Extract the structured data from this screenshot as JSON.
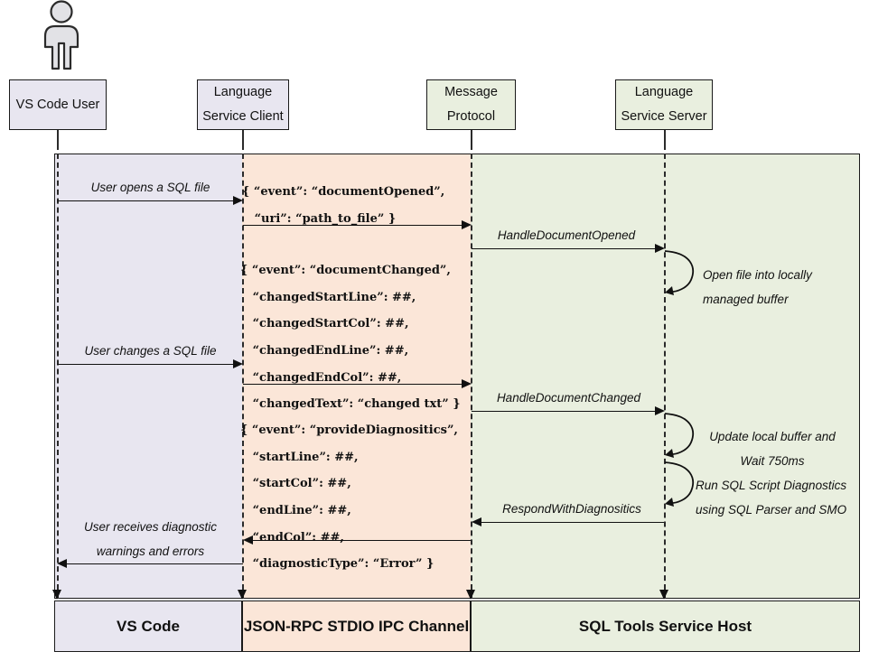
{
  "diagram": {
    "title": "SQL Tools Service language protocol sequence",
    "colors": {
      "vscode_band": "#e8e6f0",
      "ipc_band": "#fbe6d8",
      "service_band": "#e9efdf",
      "stroke": "#1a1a1a",
      "actor_fill": "#e2e2e6"
    }
  },
  "actor": {
    "name": "vs-code-user-actor"
  },
  "lifelines": [
    {
      "id": "vscode-user",
      "line1": "VS Code User",
      "line2": ""
    },
    {
      "id": "lang-client",
      "line1": "Language",
      "line2": "Service Client"
    },
    {
      "id": "msg-protocol",
      "line1": "Message",
      "line2": "Protocol"
    },
    {
      "id": "lang-server",
      "line1": "Language",
      "line2": "Service Server"
    }
  ],
  "messages": [
    {
      "id": "user-opens-sql-file",
      "label": "User opens a SQL file"
    },
    {
      "id": "handle-document-opened",
      "label": "HandleDocumentOpened"
    },
    {
      "id": "user-changes-sql-file",
      "label": "User changes a SQL file"
    },
    {
      "id": "handle-document-changed",
      "label": "HandleDocumentChanged"
    },
    {
      "id": "respond-with-diagnositics",
      "label": "RespondWithDiagnositics"
    },
    {
      "id": "user-receives-diagnostics",
      "line1": "User receives diagnostic",
      "line2": "warnings and errors"
    }
  ],
  "payloads": [
    {
      "id": "document-opened-payload",
      "lines": [
        "{ “event”: “documentOpened”,",
        "   “uri”: “path_to_file” }"
      ]
    },
    {
      "id": "document-changed-payload",
      "lines": [
        "{ “event”: “documentChanged”,",
        "   “changedStartLine”: ##,",
        "   “changedStartCol”: ##,",
        "   “changedEndLine”: ##,",
        "   “changedEndCol”: ##,",
        "   “changedText”: “changed txt” }"
      ]
    },
    {
      "id": "provide-diagnositics-payload",
      "lines": [
        "{ “event”: “provideDiagnositics”,",
        "   “startLine”: ##,",
        "   “startCol”: ##,",
        "   “endLine”: ##,",
        "   “endCol”: ##,",
        "   “diagnosticType”: “Error” }"
      ]
    }
  ],
  "self_actions": [
    {
      "id": "open-file-buffer",
      "line1": "Open file into locally",
      "line2": "managed buffer"
    },
    {
      "id": "update-buffer-wait",
      "line1": "Update local buffer and",
      "line2": "Wait 750ms"
    },
    {
      "id": "run-sql-diagnostics",
      "line1": "Run SQL Script Diagnostics",
      "line2": "using SQL Parser and SMO"
    }
  ],
  "footer": [
    {
      "id": "footer-vs-code",
      "label": "VS Code"
    },
    {
      "id": "footer-ipc-channel",
      "label": "JSON-RPC STDIO IPC Channel"
    },
    {
      "id": "footer-service-host",
      "label": "SQL Tools Service Host"
    }
  ]
}
